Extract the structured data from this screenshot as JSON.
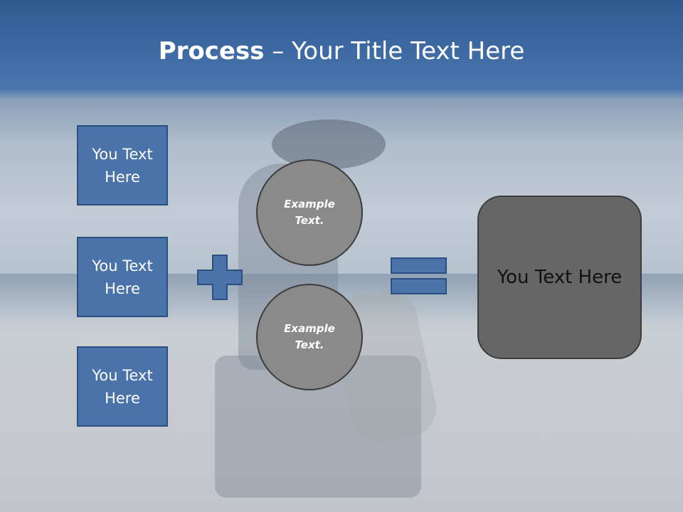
{
  "title": {
    "bold": "Process",
    "rest": " – Your Title Text Here"
  },
  "boxes": [
    "You Text Here",
    "You Text Here",
    "You Text Here"
  ],
  "circles": [
    "Example Text.",
    "Example Text."
  ],
  "result": "You Text Here",
  "colors": {
    "box": "#4a73aa",
    "box_border": "#2c4f7f",
    "circle": "#8a8a8a",
    "result": "#666666"
  },
  "icons": {
    "operator_1": "plus-icon",
    "operator_2": "equals-icon"
  }
}
